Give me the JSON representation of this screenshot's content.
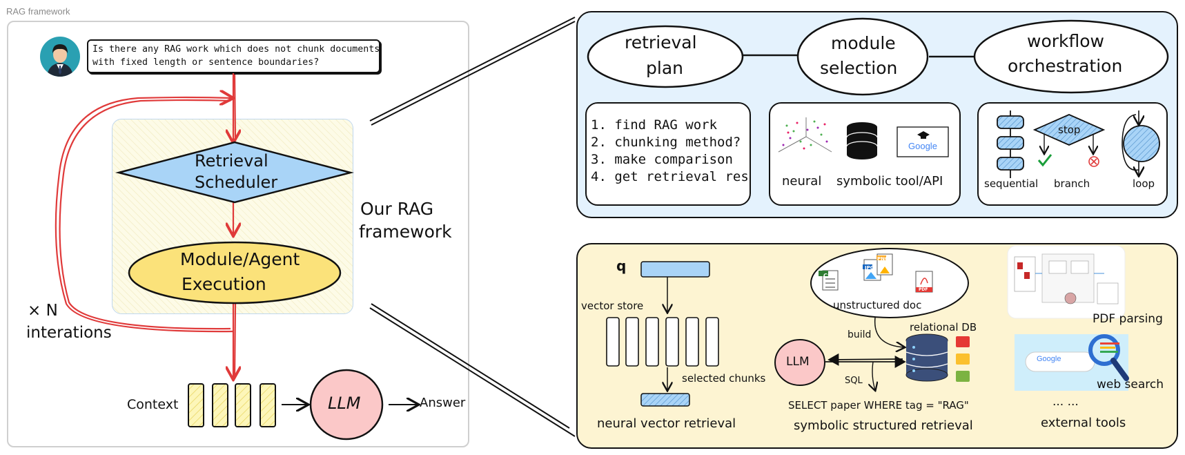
{
  "page_title": "RAG framework",
  "question": {
    "line1": "Is there any RAG work which does not chunk documents",
    "line2": "with fixed length or sentence boundaries?"
  },
  "left": {
    "scheduler_line1": "Retrieval",
    "scheduler_line2": "Scheduler",
    "execution_line1": "Module/Agent",
    "execution_line2": "Execution",
    "framework_line1": "Our RAG",
    "framework_line2": "framework",
    "iterations_line1": "× N",
    "iterations_line2": "interations",
    "context_label": "Context",
    "llm_label": "LLM",
    "answer_label": "Answer"
  },
  "top_panel": {
    "ellipse_plan_line1": "retrieval",
    "ellipse_plan_line2": "plan",
    "ellipse_module_line1": "module",
    "ellipse_module_line2": "selection",
    "ellipse_workflow_line1": "workflow",
    "ellipse_workflow_line2": "orchestration",
    "plan_steps": [
      "1. find RAG work",
      "2. chunking method?",
      "3. make comparison",
      "4. get retrieval res"
    ],
    "neural_label": "neural",
    "symbolic_label": "symbolic tool/API",
    "google_label": "Google",
    "sequential_label": "sequential",
    "branch_label": "branch",
    "stop_label": "stop",
    "loop_label": "loop"
  },
  "bottom_panel": {
    "q_label": "q",
    "vector_store_label": "vector store",
    "selected_chunks_label": "selected chunks",
    "neural_retrieval_label": "neural vector retrieval",
    "unstructured_doc_label": "unstructured doc",
    "csv_label": "CSV",
    "jpg_label": "JPG",
    "png_label": "PNG",
    "pdf_label": "PDF",
    "build_label": "build",
    "relational_db_label": "relational DB",
    "llm_label": "LLM",
    "sql_label": "SQL",
    "sql_query": "SELECT paper WHERE tag = \"RAG\"",
    "symbolic_retrieval_label": "symbolic structured retrieval",
    "pdf_parsing_label": "PDF parsing",
    "web_search_label": "web search",
    "ellipsis_label": "... ...",
    "external_tools_label": "external tools",
    "google_label": "Google"
  },
  "colors": {
    "red_arrow": "#e03a3a",
    "scheduler_fill": "#a9d4f7",
    "execution_fill": "#fbe27a",
    "llm_fill": "#fbc8c8",
    "top_panel_fill": "#e4f2fd",
    "bottom_panel_fill": "#fdf4d2"
  }
}
